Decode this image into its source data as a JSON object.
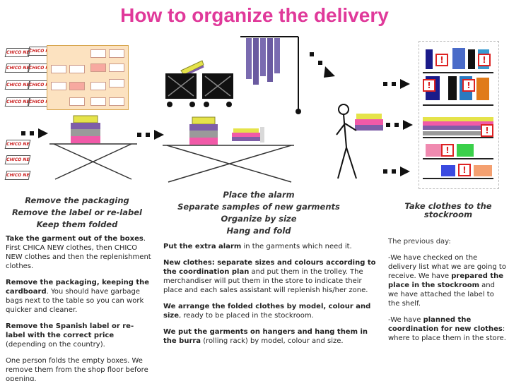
{
  "title": "How to organize the delivery",
  "colors": {
    "title": "#e0399a",
    "pink": "#f15aa8",
    "purple": "#7e5ea8",
    "gray": "#8a8a8a",
    "yellow": "#e5e34a",
    "pale_orange": "#fce2c0",
    "box_border": "#d8a64e",
    "alarm_red": "#d92020"
  },
  "box_label": "CHICO NEW",
  "icons": [
    "cardboard-box-icon",
    "folded-clothes-stack-icon",
    "folding-table-icon",
    "trolley-icon",
    "clothing-rack-icon",
    "person-icon",
    "shelf-unit-icon",
    "alarm-icon",
    "arrow-icon"
  ],
  "col1": {
    "heading": [
      "Remove the packaging",
      "Remove the label or re-label",
      "Keep them folded"
    ],
    "paragraphs": [
      {
        "bold": "Take the garment out of the boxes",
        "rest": ". First CHICA NEW clothes, then CHICO NEW clothes and then the replenishment clothes."
      },
      {
        "bold": "Remove the packaging, keeping the cardboard",
        "rest": ". You should have garbage bags next to the table so you can work quicker and cleaner."
      },
      {
        "bold": "Remove the Spanish label or re-label with the correct price",
        "rest": " (depending on the country)."
      },
      {
        "bold": "",
        "rest": "One person folds the empty boxes. We remove them from the shop floor before opening."
      }
    ]
  },
  "col2": {
    "heading": [
      "Place the alarm",
      "Separate samples of new garments",
      "Organize by size",
      "Hang and fold"
    ],
    "paragraphs": [
      {
        "bold": "Put the extra alarm",
        "rest": " in the garments which need it."
      },
      {
        "bold": "New clothes: separate sizes and colours according to the coordination plan",
        "rest": " and put them in the trolley. The merchandiser will put them in the store to indicate their place and each sales assistant will replenish his/her zone."
      },
      {
        "bold": "We arrange the folded clothes by model, colour and size",
        "rest": ", ready to be placed in the stockroom."
      },
      {
        "bold": "We put the garments on hangers and hang them in the burra",
        "rest": " (rolling rack) by model, colour and size."
      }
    ]
  },
  "col3": {
    "heading": [
      "Take clothes to the",
      "stockroom"
    ],
    "previous_day": "The previous day:",
    "paragraphs": [
      {
        "parts": [
          [
            "",
            "-We have checked on the delivery list what we are going to receive. We have "
          ],
          [
            "b",
            "prepared the place in the stockroom"
          ],
          [
            "",
            " and we have attached the label to the shelf."
          ]
        ]
      },
      {
        "parts": [
          [
            "",
            "-We have "
          ],
          [
            "b",
            "planned the coordination for new clothes"
          ],
          [
            "",
            ": where to place them in the store."
          ]
        ]
      }
    ]
  }
}
